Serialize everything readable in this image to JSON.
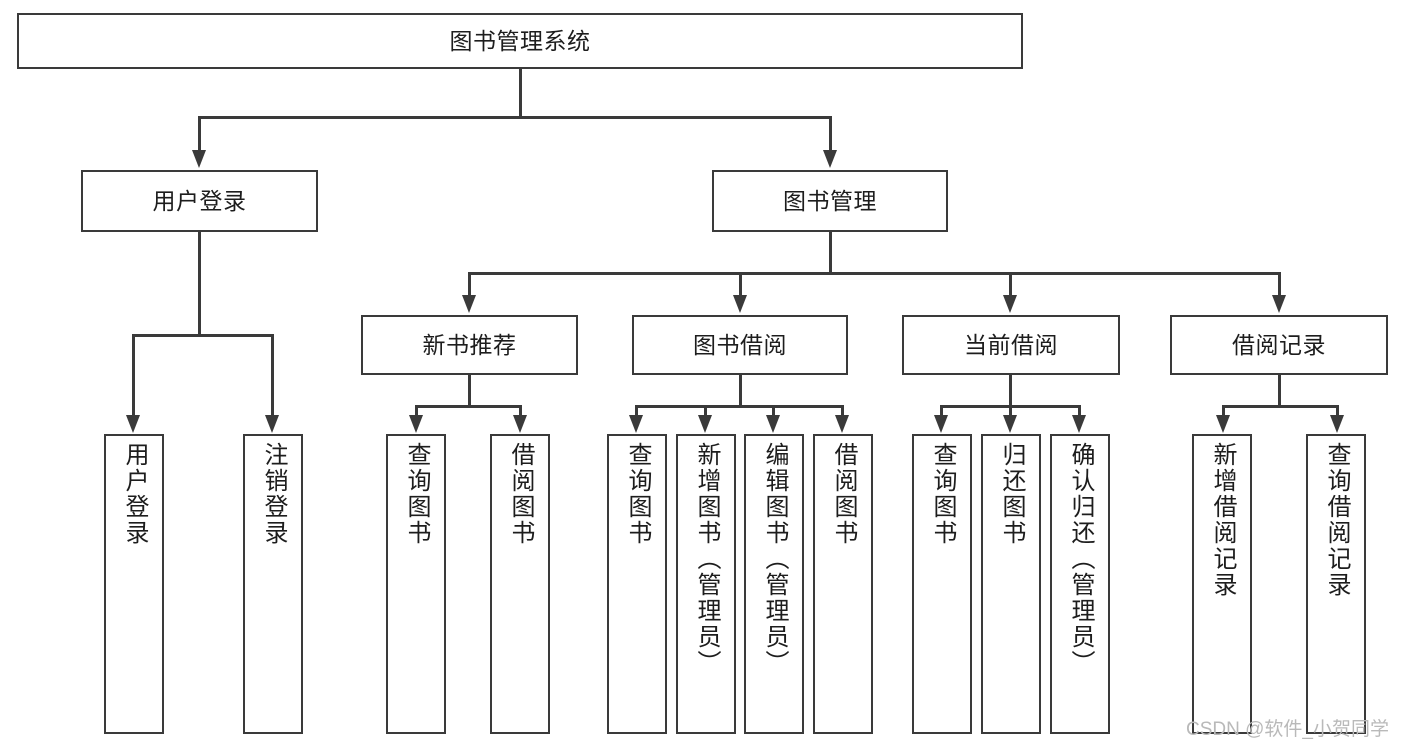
{
  "diagram": {
    "type": "tree-hierarchy-chart",
    "title": "图书管理系统",
    "colors": {
      "stroke": "#3a3a3a",
      "fill": "#ffffff",
      "text": "#1d1d1d",
      "watermark": "#b9b9b9"
    },
    "levels": {
      "root": {
        "label": "图书管理系统"
      },
      "level2": [
        {
          "id": "user-login",
          "label": "用户登录"
        },
        {
          "id": "book-management",
          "label": "图书管理"
        }
      ],
      "level3": [
        {
          "id": "new-book-recommend",
          "label": "新书推荐",
          "parent": "book-management"
        },
        {
          "id": "book-borrow",
          "label": "图书借阅",
          "parent": "book-management"
        },
        {
          "id": "current-borrow",
          "label": "当前借阅",
          "parent": "book-management"
        },
        {
          "id": "borrow-record",
          "label": "借阅记录",
          "parent": "book-management"
        }
      ],
      "leaves": [
        {
          "id": "leaf-user-login",
          "label": "用户登录",
          "parent": "user-login"
        },
        {
          "id": "leaf-logout-login",
          "label": "注销登录",
          "parent": "user-login"
        },
        {
          "id": "leaf-query-book-1",
          "label": "查询图书",
          "parent": "new-book-recommend"
        },
        {
          "id": "leaf-borrow-book-1",
          "label": "借阅图书",
          "parent": "new-book-recommend"
        },
        {
          "id": "leaf-query-book-2",
          "label": "查询图书",
          "parent": "book-borrow"
        },
        {
          "id": "leaf-add-book",
          "label": "新增图书（管理员）",
          "parent": "book-borrow"
        },
        {
          "id": "leaf-edit-book",
          "label": "编辑图书（管理员）",
          "parent": "book-borrow"
        },
        {
          "id": "leaf-borrow-book-2",
          "label": "借阅图书",
          "parent": "book-borrow"
        },
        {
          "id": "leaf-query-book-3",
          "label": "查询图书",
          "parent": "current-borrow"
        },
        {
          "id": "leaf-return-book",
          "label": "归还图书",
          "parent": "current-borrow"
        },
        {
          "id": "leaf-confirm-return",
          "label": "确认归还（管理员）",
          "parent": "current-borrow"
        },
        {
          "id": "leaf-add-record",
          "label": "新增借阅记录",
          "parent": "borrow-record"
        },
        {
          "id": "leaf-query-record",
          "label": "查询借阅记录",
          "parent": "borrow-record"
        }
      ]
    },
    "watermark": "CSDN @软件_小贺同学"
  }
}
